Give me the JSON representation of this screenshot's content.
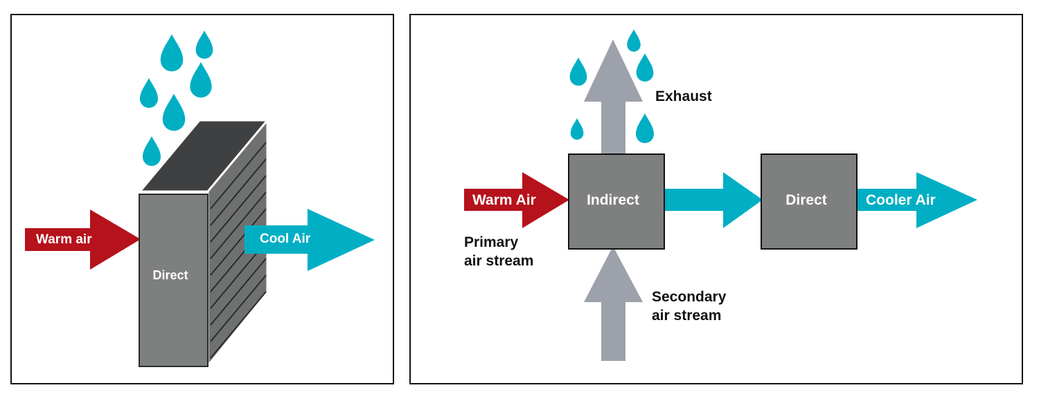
{
  "colors": {
    "warm": "#b5121b",
    "cool": "#00afc4",
    "water": "#00afc4",
    "pad_front": "#7e807f",
    "pad_side": "#6f7170",
    "pad_top": "#3f4042",
    "box": "#7e807f",
    "gray_arrow": "#9da1ab",
    "frame": "#111111"
  },
  "left_panel": {
    "warm_label": "Warm air",
    "cool_label": "Cool Air",
    "pad_label": "Direct",
    "icons": [
      "water-drop-icon"
    ]
  },
  "right_panel": {
    "warm_label": "Warm Air",
    "indirect_label": "Indirect",
    "direct_label": "Direct",
    "cooler_label": "Cooler Air",
    "exhaust_label": "Exhaust",
    "primary_line1": "Primary",
    "primary_line2": "air stream",
    "secondary_line1": "Secondary",
    "secondary_line2": "air stream",
    "icons": [
      "water-drop-icon"
    ]
  }
}
